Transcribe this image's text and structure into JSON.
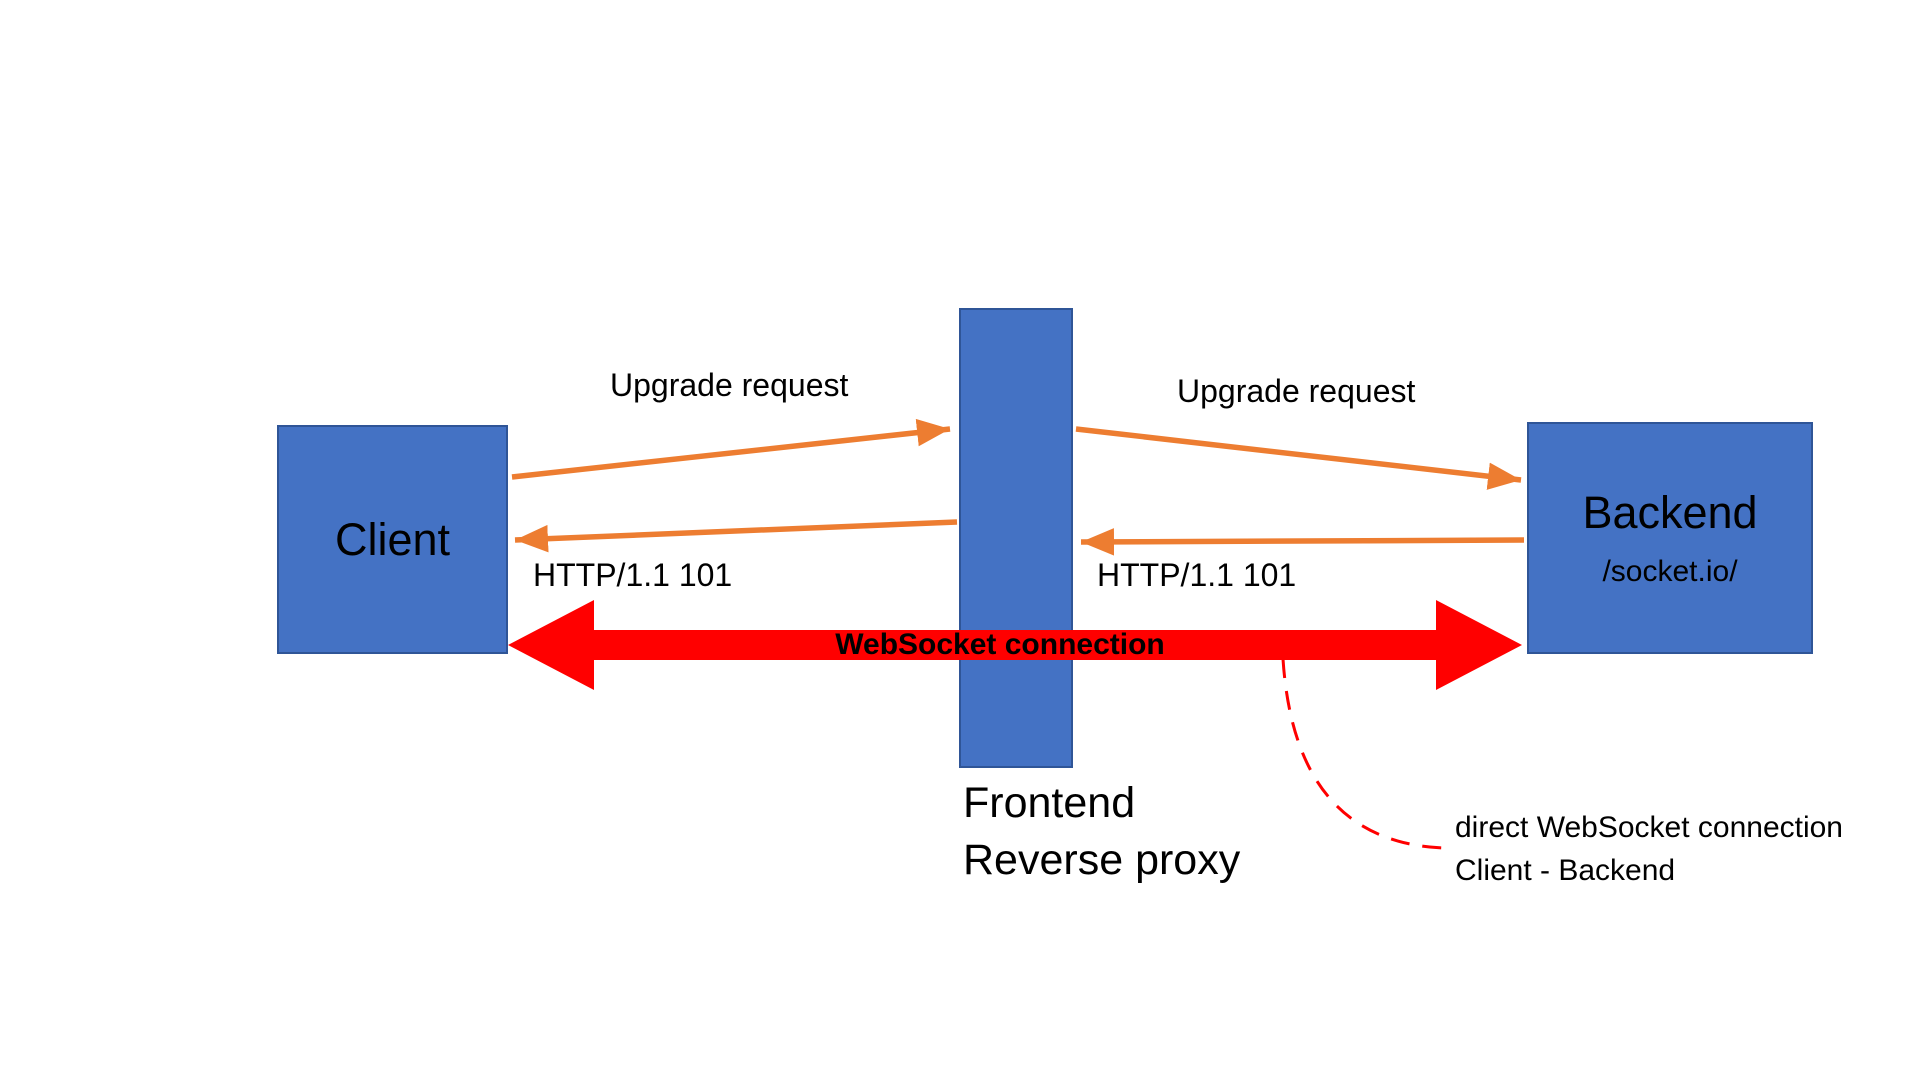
{
  "diagram": {
    "nodes": {
      "client": {
        "label": "Client"
      },
      "proxy": {
        "line1": "Frontend",
        "line2": "Reverse proxy"
      },
      "backend": {
        "label": "Backend",
        "sublabel": "/socket.io/"
      }
    },
    "edges": {
      "upgrade_left": {
        "label": "Upgrade request"
      },
      "upgrade_right": {
        "label": "Upgrade request"
      },
      "http_left": {
        "label": "HTTP/1.1 101"
      },
      "http_right": {
        "label": "HTTP/1.1 101"
      },
      "websocket": {
        "label": "WebSocket connection"
      }
    },
    "annotation": {
      "line1": "direct WebSocket connection",
      "line2": "Client - Backend"
    },
    "colors": {
      "node_fill": "#4472C4",
      "node_border": "#2F5597",
      "request_arrow": "#ED7D31",
      "websocket_arrow": "#FF0000",
      "callout_dash": "#FF0000",
      "text": "#000000"
    }
  }
}
